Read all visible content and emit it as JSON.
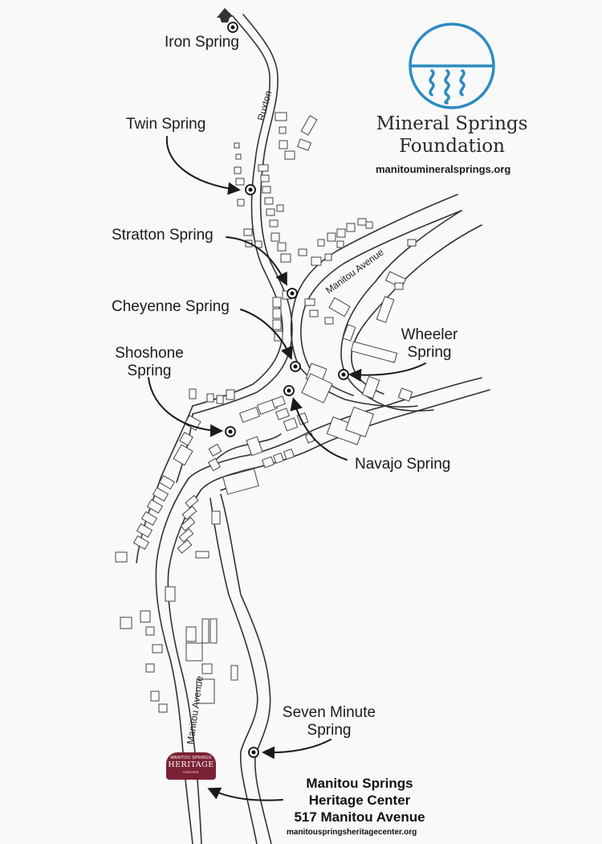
{
  "springs": {
    "iron": "Iron Spring",
    "twin": "Twin Spring",
    "stratton": "Stratton Spring",
    "cheyenne": "Cheyenne Spring",
    "shoshone_line1": "Shoshone",
    "shoshone_line2": "Spring",
    "wheeler_line1": "Wheeler",
    "wheeler_line2": "Spring",
    "navajo": "Navajo Spring",
    "seven_minute_line1": "Seven Minute",
    "seven_minute_line2": "Spring"
  },
  "roads": {
    "ruxton": "Ruxton",
    "manitou_upper": "Manitou Avenue",
    "manitou_lower": "Manitou Avenue"
  },
  "foundation": {
    "name_line1": "Mineral Springs",
    "name_line2": "Foundation",
    "url": "manitoumineralsprings.org",
    "logo_color": "#2a8bc0"
  },
  "heritage_center": {
    "line1": "Manitou Springs",
    "line2": "Heritage Center",
    "line3": "517 Manitou Avenue",
    "url": "manitouspringsheritagecenter.org",
    "badge_top": "MANITOU SPRINGS",
    "badge_main": "HERITAGE",
    "badge_bottom": "CENTER",
    "badge_color": "#7b2135"
  }
}
